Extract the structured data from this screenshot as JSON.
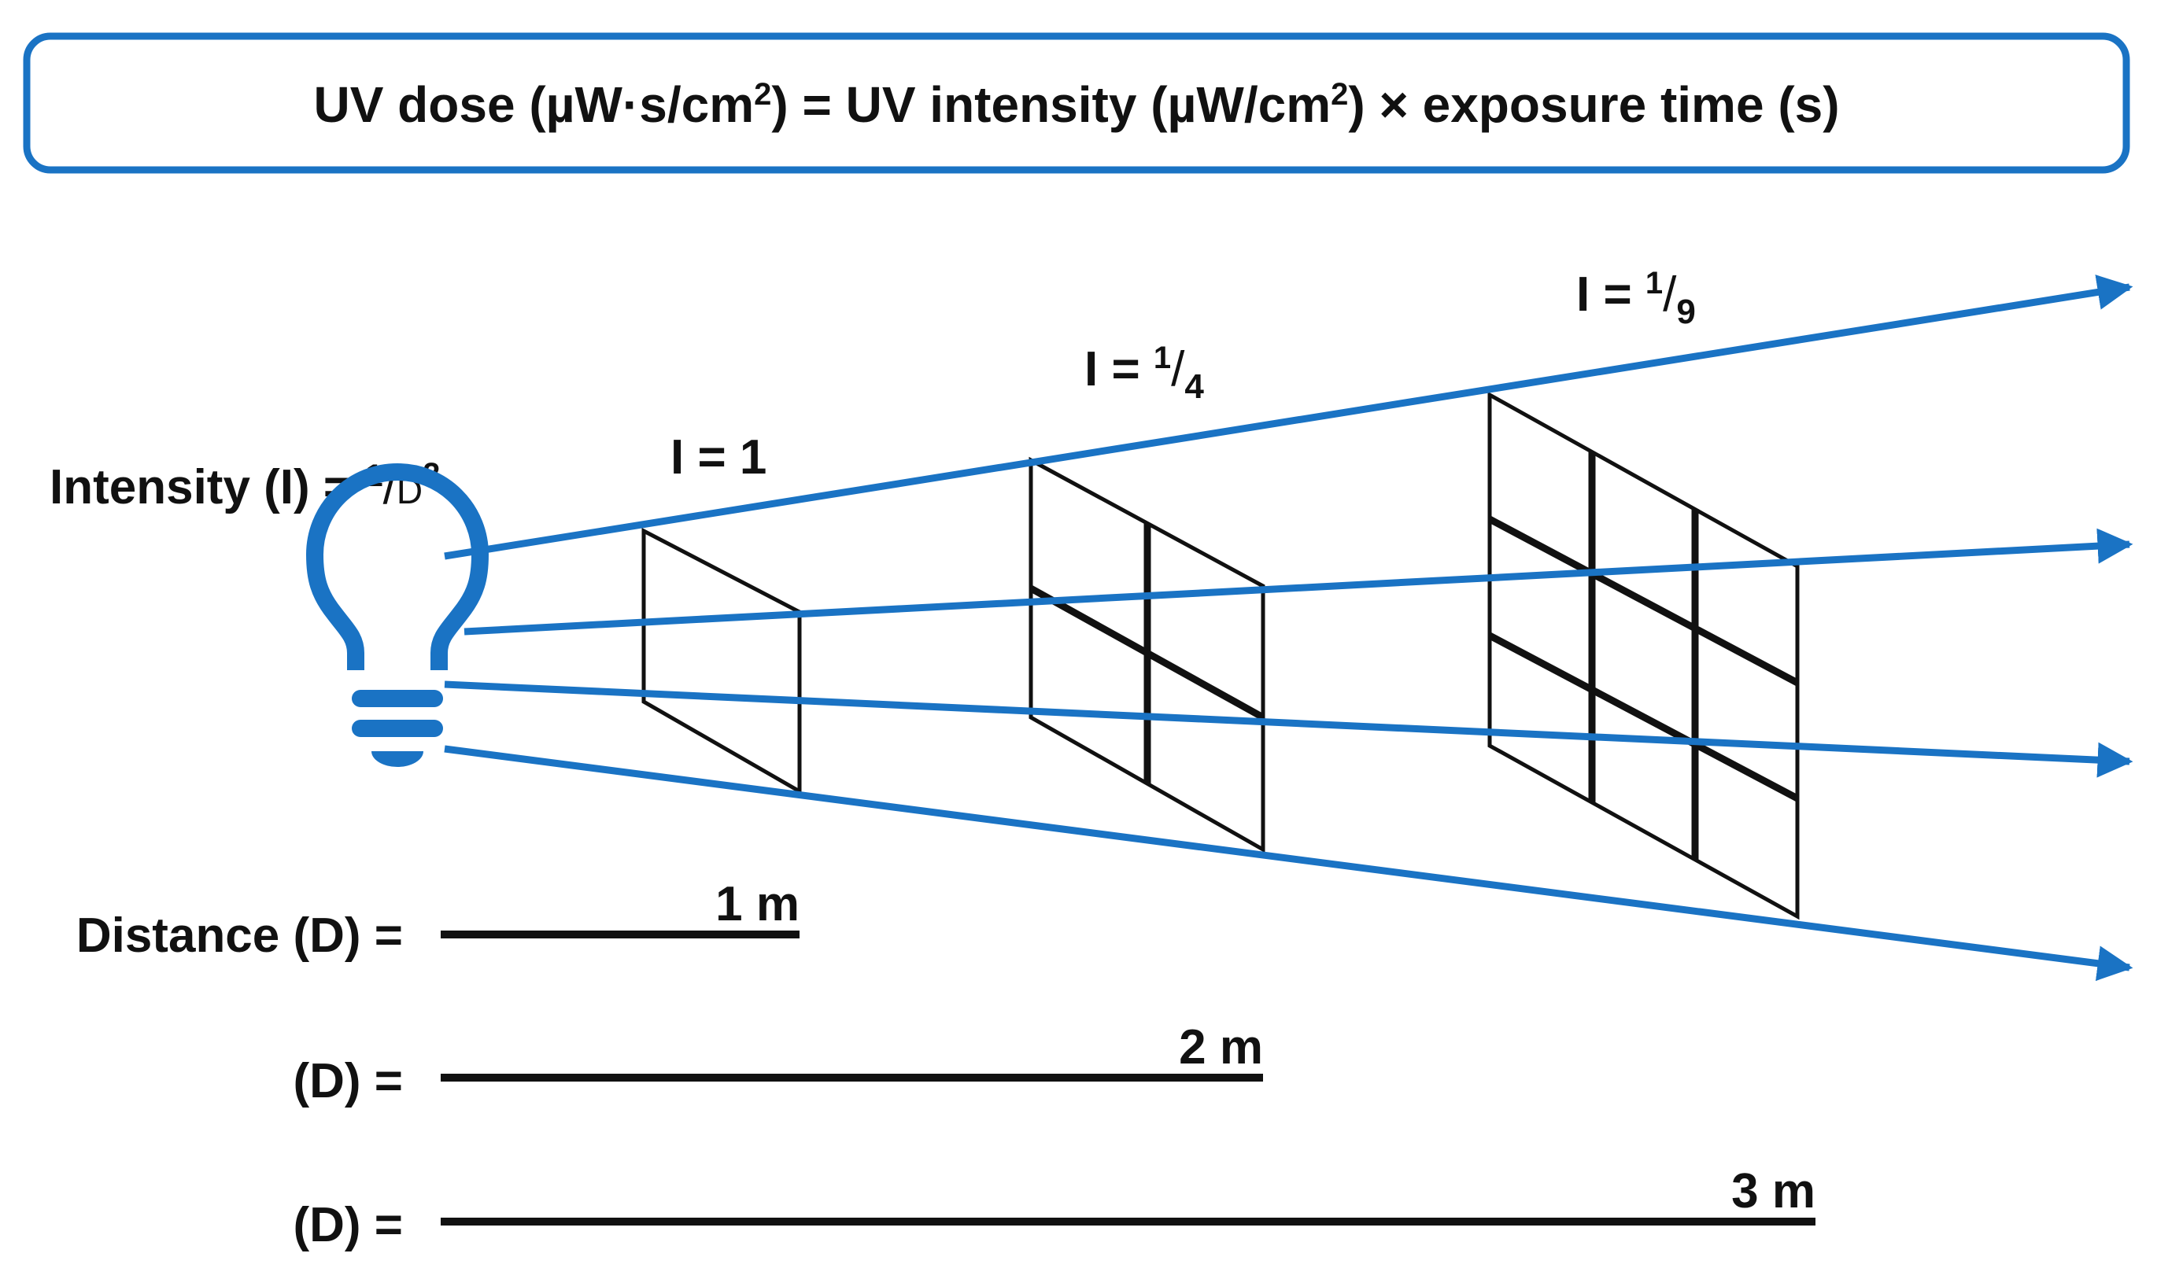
{
  "formula": {
    "lhs": "UV dose",
    "lhs_unit_open": "(µW·s/cm",
    "lhs_unit_sup": "2",
    "lhs_unit_close": ")",
    "equals": "=",
    "rhs_a": "UV intensity",
    "rhs_a_unit_open": "(µW/cm",
    "rhs_a_unit_sup": "2",
    "rhs_a_unit_close": ")",
    "times": "×",
    "rhs_b": "exposure time (s)"
  },
  "intensity_law": {
    "label": "Intensity  (I)  =",
    "numerator": "1",
    "slash": "/",
    "denominator": "D",
    "exponent": "2"
  },
  "planes": [
    {
      "prefix": "I =",
      "value": "1",
      "numerator": "",
      "denominator": ""
    },
    {
      "prefix": "I =",
      "value": "",
      "numerator": "1",
      "denominator": "4"
    },
    {
      "prefix": "I =",
      "value": "",
      "numerator": "1",
      "denominator": "9"
    }
  ],
  "distances": [
    {
      "label": "Distance (D) =",
      "value": "1 m"
    },
    {
      "label": "(D) =",
      "value": "2 m"
    },
    {
      "label": "(D) =",
      "value": "3 m"
    }
  ],
  "colors": {
    "accent": "#1a73c4",
    "ink": "#111111",
    "background": "#ffffff"
  },
  "icons": {
    "light_source": "light-bulb-icon",
    "ray_head": "arrow-head-icon"
  }
}
